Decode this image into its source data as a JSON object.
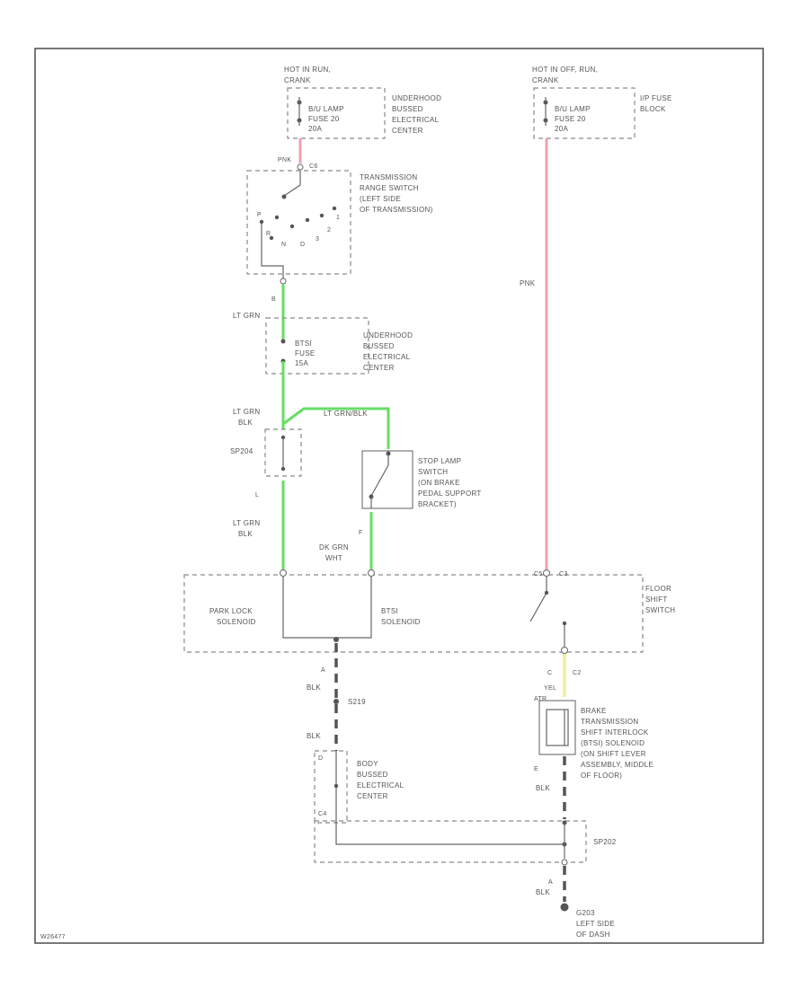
{
  "fuse_left": {
    "hot": "HOT IN RUN,",
    "hot2": "CRANK",
    "fuse": "B/U LAMP",
    "fuse2": "FUSE 20",
    "amp": "20A",
    "loc": [
      "UNDERHOOD",
      "BUSSED",
      "ELECTRICAL",
      "CENTER"
    ]
  },
  "fuse_right": {
    "hot": "HOT IN OFF, RUN,",
    "hot2": "CRANK",
    "fuse": "B/U LAMP",
    "fuse2": "FUSE 20",
    "amp": "20A",
    "loc": [
      "I/P FUSE",
      "BLOCK"
    ]
  },
  "wires": {
    "pnk_top": "PNK",
    "c_top": "C6",
    "pnk_right": "PNK",
    "lt_grn1": "LT GRN",
    "lt_grn_blk1": "LT GRN",
    "lt_grn_blk1b": "BLK",
    "lt_grn_top": "LT GRN/BLK",
    "lt_grn_blk2": "LT GRN",
    "lt_grn_blk2b": "BLK",
    "dk_grn": "DK GRN",
    "dk_grn_b": "WHT",
    "yel": "YEL",
    "blk1": "BLK",
    "blk2": "BLK",
    "blk3": "BLK",
    "blk4": "BLK"
  },
  "range_switch": {
    "name": [
      "TRANSMISSION",
      "RANGE SWITCH",
      "(LEFT SIDE",
      "OF TRANSMISSION)"
    ],
    "positions": [
      "P",
      "R",
      "N",
      "D",
      "3",
      "2",
      "1"
    ]
  },
  "btsi_fuse": {
    "name": [
      "BTSI",
      "FUSE",
      "15A"
    ],
    "loc": [
      "UNDERHOOD",
      "BUSSED",
      "ELECTRICAL",
      "CENTER"
    ]
  },
  "splice1": "SP204",
  "stop_lamp": [
    "STOP LAMP",
    "SWITCH",
    "(ON BRAKE",
    "PEDAL SUPPORT",
    "BRACKET)"
  ],
  "solenoids": {
    "park": [
      "PARK LOCK",
      "SOLENOID"
    ],
    "btsi": [
      "BTSI",
      "SOLENOID"
    ],
    "floor_switch": [
      "FLOOR",
      "SHIFT",
      "SWITCH"
    ]
  },
  "pins": {
    "b": "B",
    "l": "L",
    "f": "F",
    "a": "A",
    "c": "C",
    "c2": "C2",
    "c3": "C3",
    "pin_c5": "C5",
    "d": "D",
    "e": "E",
    "atr": "ATR",
    "pin_a": "A",
    "c_left": "C4"
  },
  "interlock": [
    "BRAKE",
    "TRANSMISSION",
    "SHIFT INTERLOCK",
    "(BTSI) SOLENOID",
    "(ON SHIFT LEVER",
    "ASSEMBLY, MIDDLE",
    "OF FLOOR)"
  ],
  "splice2": "S219",
  "body_center": [
    "BODY",
    "BUSSED",
    "ELECTRICAL",
    "CENTER"
  ],
  "splice3": "SP202",
  "ground": [
    "G203",
    "LEFT SIDE",
    "OF DASH"
  ],
  "footer_code": "W26477"
}
